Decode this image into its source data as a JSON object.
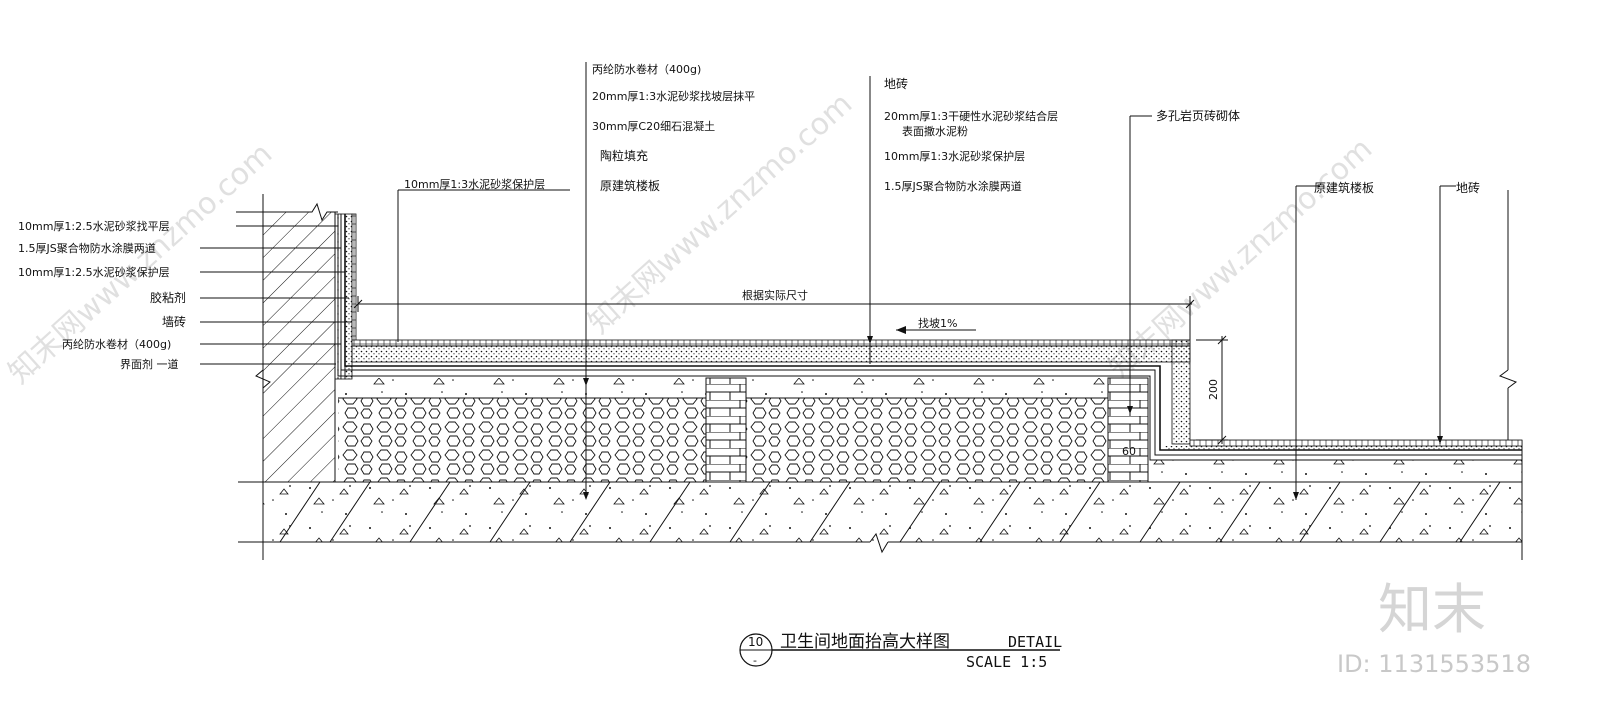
{
  "labels_left": [
    "10mm厚1:2.5水泥砂浆找平层",
    "1.5厚JS聚合物防水涂膜两道",
    "10mm厚1:2.5水泥砂浆保护层",
    "胶粘剂",
    "墙砖",
    "丙纶防水卷材（400g)",
    "界面剂 一道"
  ],
  "label_protect": "10mm厚1:3水泥砂浆保护层",
  "labels_center": [
    "丙纶防水卷材（400g)",
    "20mm厚1:3水泥砂浆找坡层抹平",
    "30mm厚C20细石混凝土",
    "陶粒填充",
    "原建筑楼板"
  ],
  "labels_right_center": [
    "地砖",
    "20mm厚1:3干硬性水泥砂浆结合层",
    "表面撒水泥粉",
    "10mm厚1:3水泥砂浆保护层",
    "1.5厚JS聚合物防水涂膜两道"
  ],
  "label_brick": "多孔岩页砖砌体",
  "label_slab_right": "原建筑楼板",
  "label_tile_right": "地砖",
  "dim_actual": "根据实际尺寸",
  "slope": "找坡1%",
  "dim_200": "200",
  "dim_60": "60",
  "title": {
    "number": "10",
    "sub": "-",
    "name": "卫生间地面抬高大样图",
    "detail": "DETAIL",
    "scale": "SCALE 1:5"
  },
  "watermark": {
    "text": "知末网www.znzmo.com",
    "logo": "知末",
    "id": "ID: 1131553518"
  }
}
